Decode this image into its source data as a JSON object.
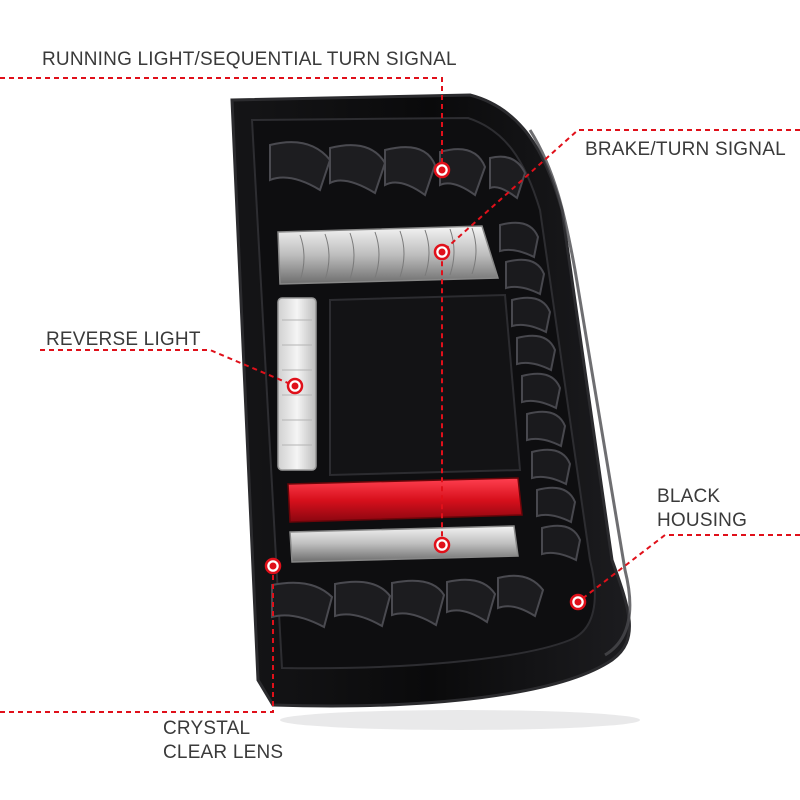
{
  "callouts": {
    "running_light": "RUNNING LIGHT/SEQUENTIAL TURN SIGNAL",
    "brake_turn": "BRAKE/TURN SIGNAL",
    "reverse_light": "REVERSE LIGHT",
    "black_housing_line1": "BLACK",
    "black_housing_line2": "HOUSING",
    "crystal_clear_line1": "CRYSTAL",
    "crystal_clear_line2": "CLEAR LENS"
  },
  "colors": {
    "callout_line": "#e0101a",
    "label_text": "#3a3a3a",
    "housing": "#0b0b0c",
    "red_reflector": "#d8101c"
  }
}
